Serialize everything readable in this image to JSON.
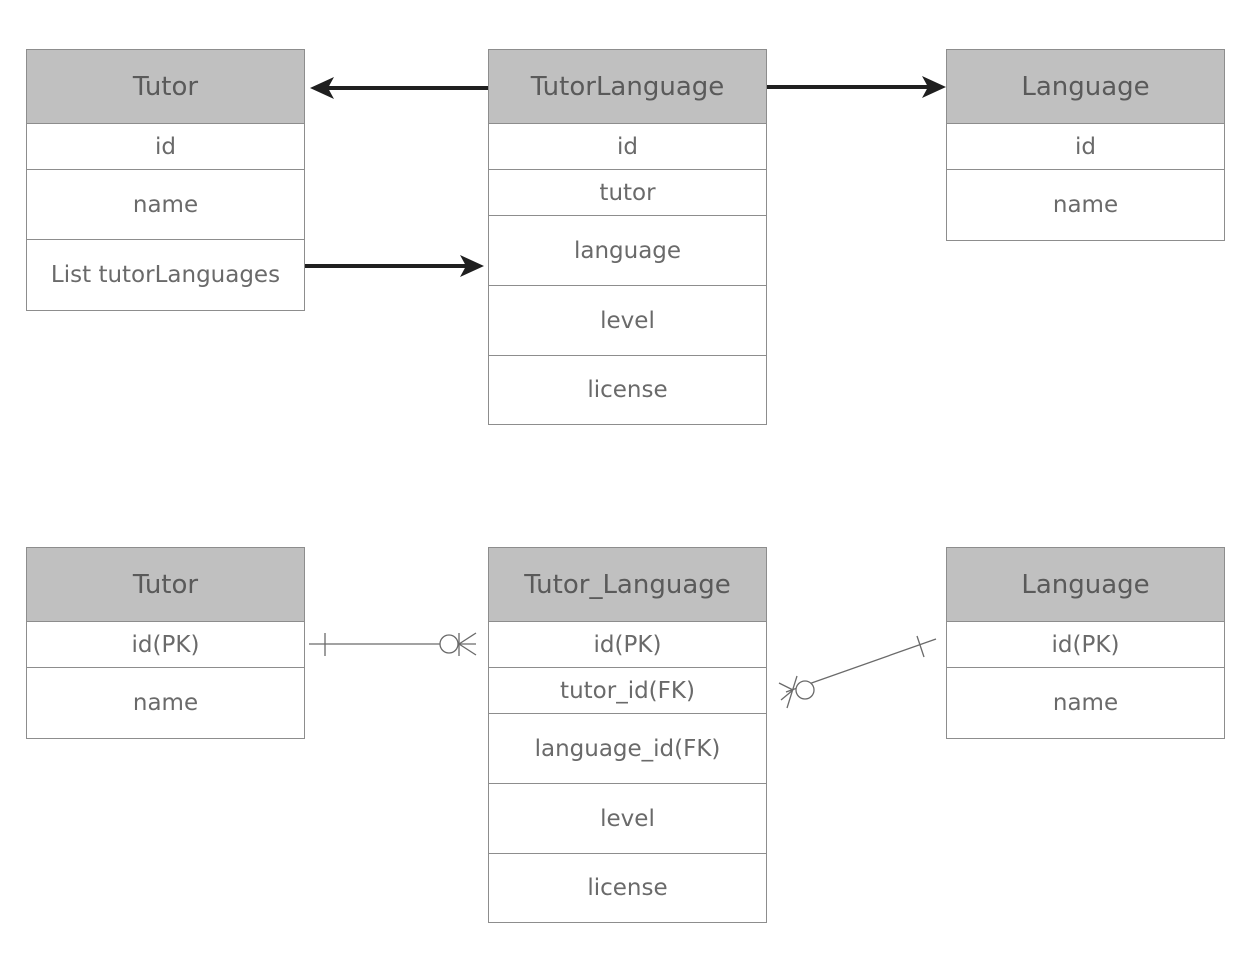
{
  "domain_model": {
    "tutor": {
      "title": "Tutor",
      "fields": [
        "id",
        "name",
        "List tutorLanguages"
      ]
    },
    "tutor_language": {
      "title": "TutorLanguage",
      "fields": [
        "id",
        "tutor",
        "language",
        "level",
        "license"
      ]
    },
    "language": {
      "title": "Language",
      "fields": [
        "id",
        "name"
      ]
    }
  },
  "erd": {
    "tutor": {
      "title": "Tutor",
      "fields": [
        "id(PK)",
        "name"
      ]
    },
    "tutor_language": {
      "title": "Tutor_Language",
      "fields": [
        "id(PK)",
        "tutor_id(FK)",
        "language_id(FK)",
        "level",
        "license"
      ]
    },
    "language": {
      "title": "Language",
      "fields": [
        "id(PK)",
        "name"
      ]
    }
  },
  "colors": {
    "header_fill": "#c0c0c0",
    "border": "#8d8d8d",
    "arrow": "#1f1f1f",
    "text": "#5f5f5f"
  }
}
